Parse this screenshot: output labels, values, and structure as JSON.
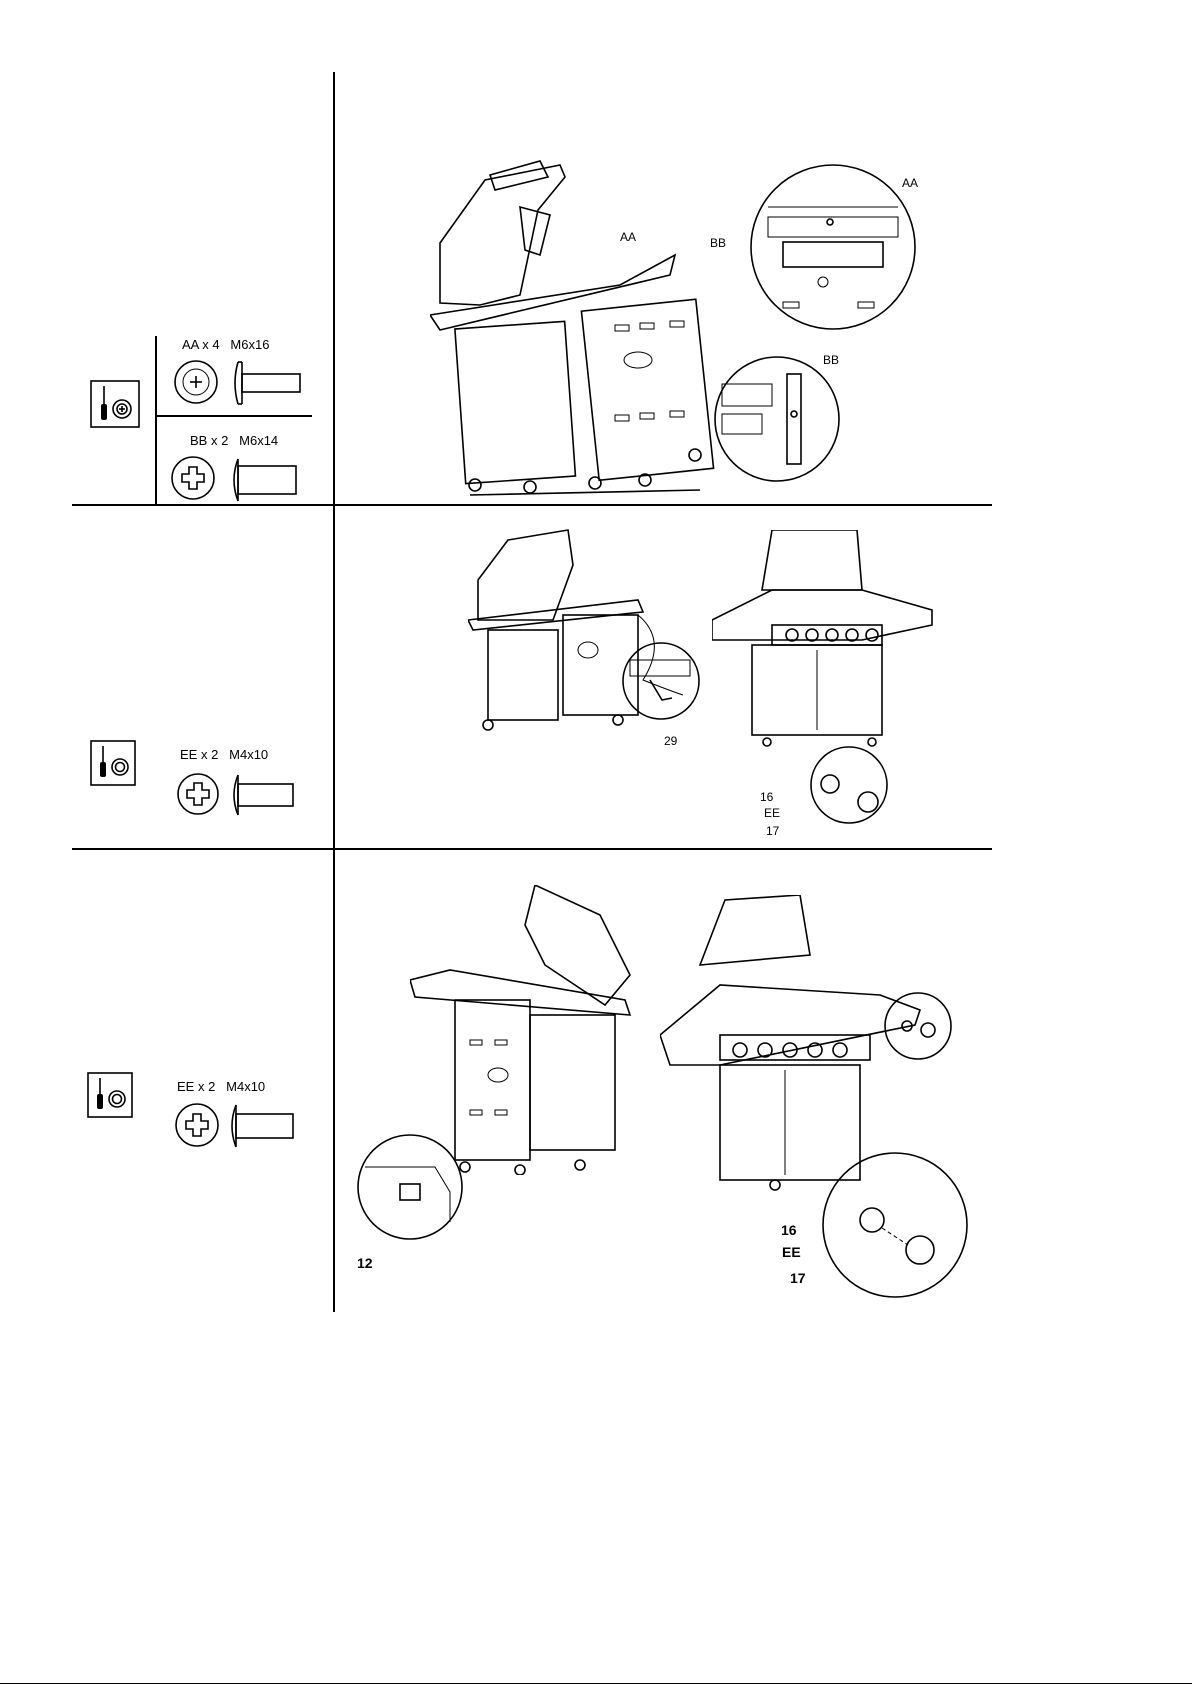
{
  "steps": [
    {
      "hardware": [
        {
          "label": "AA x 4   M6x16"
        },
        {
          "label": "BB x 2   M6x14"
        }
      ],
      "callouts": {
        "aa_main": "AA",
        "bb_main": "BB",
        "aa_detail": "AA",
        "bb_detail": "BB"
      }
    },
    {
      "hardware": [
        {
          "label": "EE x 2   M4x10"
        }
      ],
      "callouts": {
        "part_29": "29",
        "part_16": "16",
        "part_ee": "EE",
        "part_17": "17"
      }
    },
    {
      "hardware": [
        {
          "label": "EE x 2   M4x10"
        }
      ],
      "callouts": {
        "part_12": "12",
        "part_16": "16",
        "part_ee": "EE",
        "part_17": "17"
      }
    }
  ],
  "icons": [
    "screwdriver-icon",
    "screw-head-icon",
    "bolt-side-icon"
  ]
}
